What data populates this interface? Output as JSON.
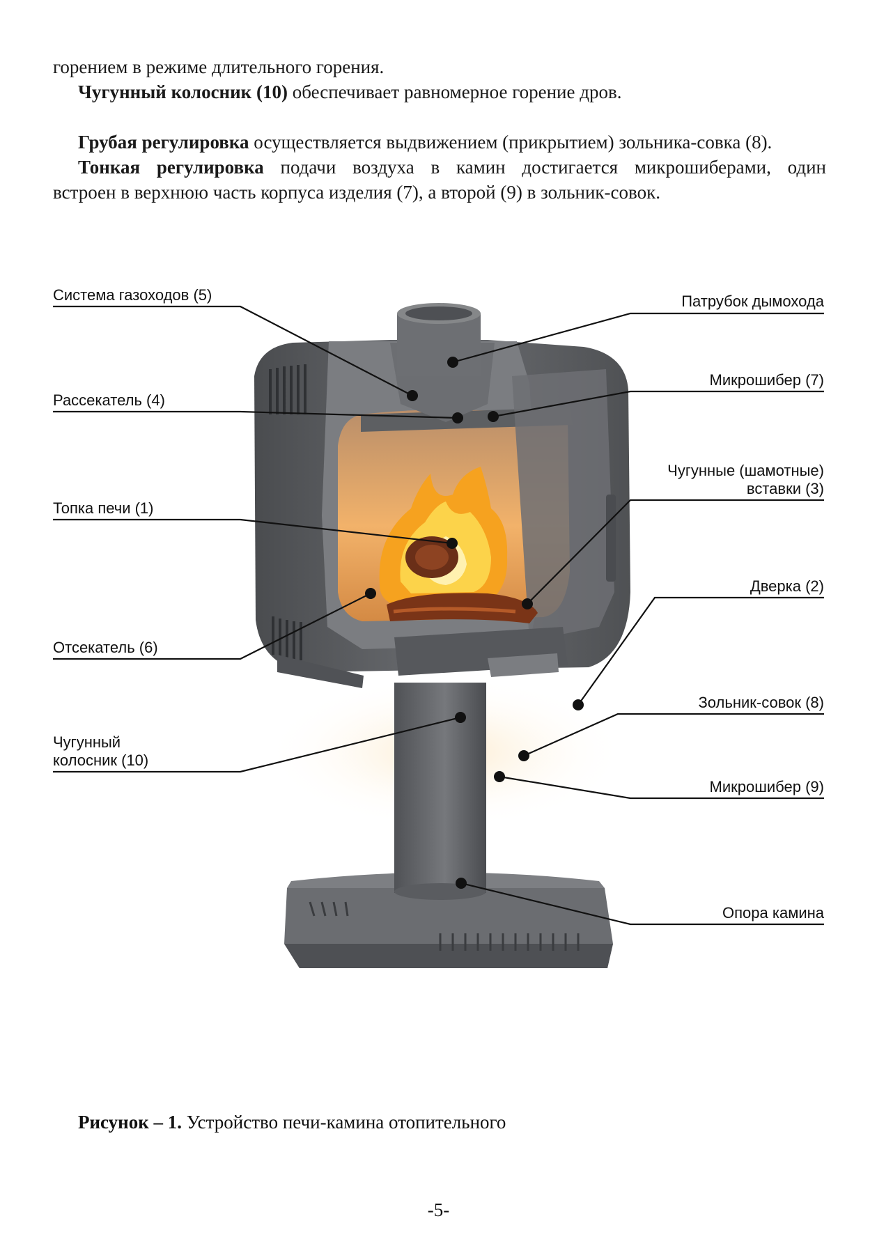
{
  "text": {
    "line0": "горением в режиме длительного горения.",
    "p1_bold": "Чугунный колосник (10)",
    "p1_rest": " обеспечивает равномерное горение дров.",
    "p2_bold": "Грубая регулировка",
    "p2_rest": " осуществляется выдвижением (прикрытием) зольника-совка (8).",
    "p3_bold": "Тонкая регулировка",
    "p3_line1_rest": " подачи воздуха в камин достигается микрошиберами, один",
    "p3_line2": "встроен в верхнюю часть корпуса изделия (7), а второй (9) в зольник-совок."
  },
  "figure": {
    "labels_left": [
      {
        "id": "gas-system",
        "text": "Система газоходов (5)"
      },
      {
        "id": "divider",
        "text": "Рассекатель (4)"
      },
      {
        "id": "firebox",
        "text": "Топка печи (1)"
      },
      {
        "id": "cutoff",
        "text": "Отсекатель (6)"
      },
      {
        "id": "grate-1",
        "text": "Чугунный"
      },
      {
        "id": "grate-2",
        "text": "колосник (10)"
      }
    ],
    "labels_right": [
      {
        "id": "flue-pipe",
        "text": "Патрубок дымохода"
      },
      {
        "id": "microvalve-7",
        "text": "Микрошибер (7)"
      },
      {
        "id": "inserts-1",
        "text": "Чугунные (шамотные)"
      },
      {
        "id": "inserts-2",
        "text": "вставки (3)"
      },
      {
        "id": "door",
        "text": "Дверка (2)"
      },
      {
        "id": "ash-pan",
        "text": "Зольник-совок (8)"
      },
      {
        "id": "microvalve-9",
        "text": "Микрошибер (9)"
      },
      {
        "id": "support",
        "text": "Опора камина"
      }
    ]
  },
  "caption": {
    "bold": "Рисунок – 1.",
    "rest": " Устройство печи-камина отопительного"
  },
  "page_number": "-5-",
  "colors": {
    "metal": "#5d5f62",
    "metal_dark": "#3f4144",
    "metal_light": "#8a8c8f",
    "fire_inner": "#f7c24a",
    "fire_glow": "#f29a3a",
    "leader": "#111111"
  }
}
